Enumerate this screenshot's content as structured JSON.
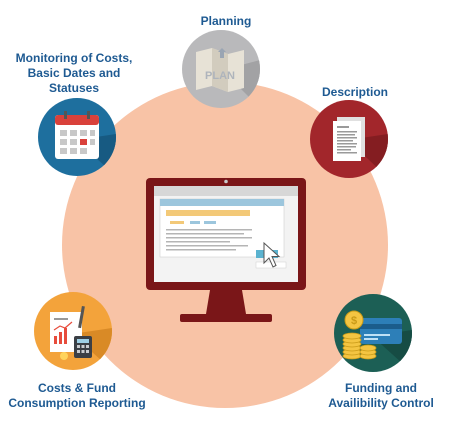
{
  "labels": {
    "planning": "Planning",
    "monitoring": "Monitoring of Costs,\nBasic Dates and\nStatuses",
    "description": "Description",
    "reporting": "Costs & Fund\nConsumption Reporting",
    "funding": "Funding and\nAvailibility Control"
  },
  "plan_icon_text": "PLAN",
  "colors": {
    "label": "#1e5a92",
    "circle": "#f8c3a6",
    "planning": "#b9b9bb",
    "monitoring": "#1e6f9e",
    "description": "#a2262b",
    "reporting": "#f3a33b",
    "funding": "#1c5f55",
    "monitor_frame": "#7a1618"
  }
}
